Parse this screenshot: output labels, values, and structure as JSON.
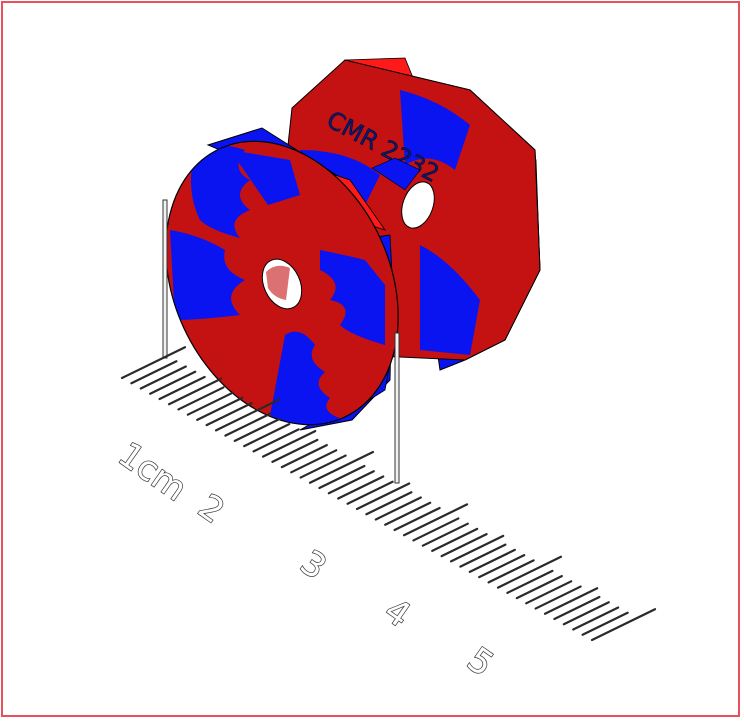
{
  "engraving": "CMR 2232",
  "ruler": {
    "labels": [
      "1cm",
      "2",
      "3",
      "4",
      "5"
    ]
  },
  "colors": {
    "frame": "#e8505b",
    "red_face": "#c41212",
    "red_bright": "#ff1a1a",
    "blue": "#0a14f0",
    "blue_dark": "#0a0fb8",
    "tick": "#2a2a2a"
  }
}
